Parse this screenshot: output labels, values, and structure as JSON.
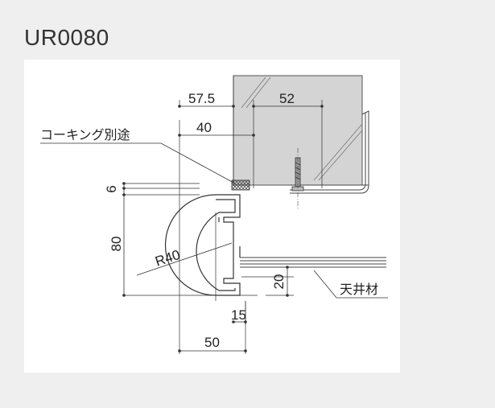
{
  "title": "UR0080",
  "drawing": {
    "dims": {
      "w57_5": "57.5",
      "w52": "52",
      "w40": "40",
      "h6": "6",
      "h80": "80",
      "r40": "R40",
      "h20": "20",
      "w15": "15",
      "w50": "50"
    },
    "labels": {
      "caulking": "コーキング別途",
      "ceiling": "天井材"
    }
  }
}
